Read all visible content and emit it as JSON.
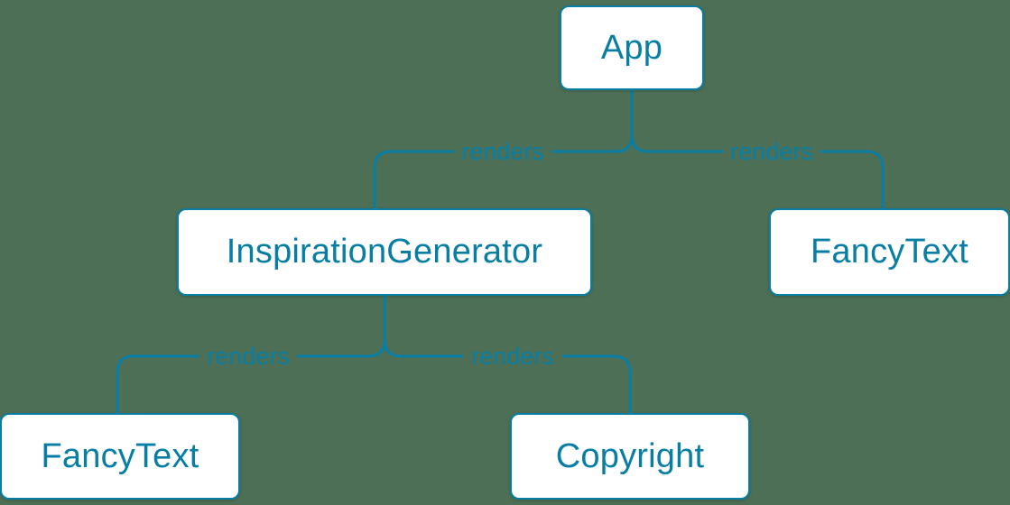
{
  "colors": {
    "accent": "#087EA4",
    "node_fill": "#FFFFFF",
    "background": "#4D6F55"
  },
  "nodes": {
    "app": {
      "label": "App"
    },
    "inspiration_generator": {
      "label": "InspirationGenerator"
    },
    "fancy_text_top": {
      "label": "FancyText"
    },
    "fancy_text_bottom": {
      "label": "FancyText"
    },
    "copyright": {
      "label": "Copyright"
    }
  },
  "edges": {
    "app_to_inspiration_generator": {
      "label": "renders"
    },
    "app_to_fancy_text": {
      "label": "renders"
    },
    "inspiration_generator_to_fancy_text": {
      "label": "renders"
    },
    "inspiration_generator_to_copyright": {
      "label": "renders"
    }
  }
}
